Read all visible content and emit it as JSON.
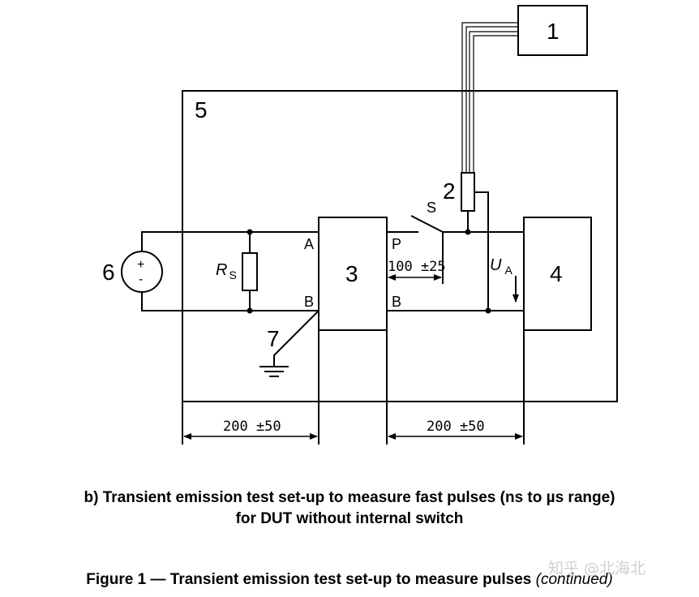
{
  "labels": {
    "n1": "1",
    "n2": "2",
    "n3": "3",
    "n4": "4",
    "n5": "5",
    "n6": "6",
    "n7": "7",
    "switch_s": "S",
    "rs_r": "R",
    "rs_sub": "S",
    "ua_u": "U",
    "ua_sub": "A",
    "term_a": "A",
    "term_b_left": "B",
    "term_p": "P",
    "term_b_right": "B",
    "plus": "+",
    "minus": "-",
    "dim_inner": "100 ±25",
    "dim_left": "200 ±50",
    "dim_right": "200 ±50"
  },
  "caption": {
    "line1": "b)   Transient emission test set-up to measure fast pulses (ns to µs range)",
    "line2": "for DUT without internal switch",
    "figure_main": "Figure 1 — Transient emission test set-up to measure pulses ",
    "figure_cont": "(continued)"
  },
  "watermark": "知乎 @北海北"
}
